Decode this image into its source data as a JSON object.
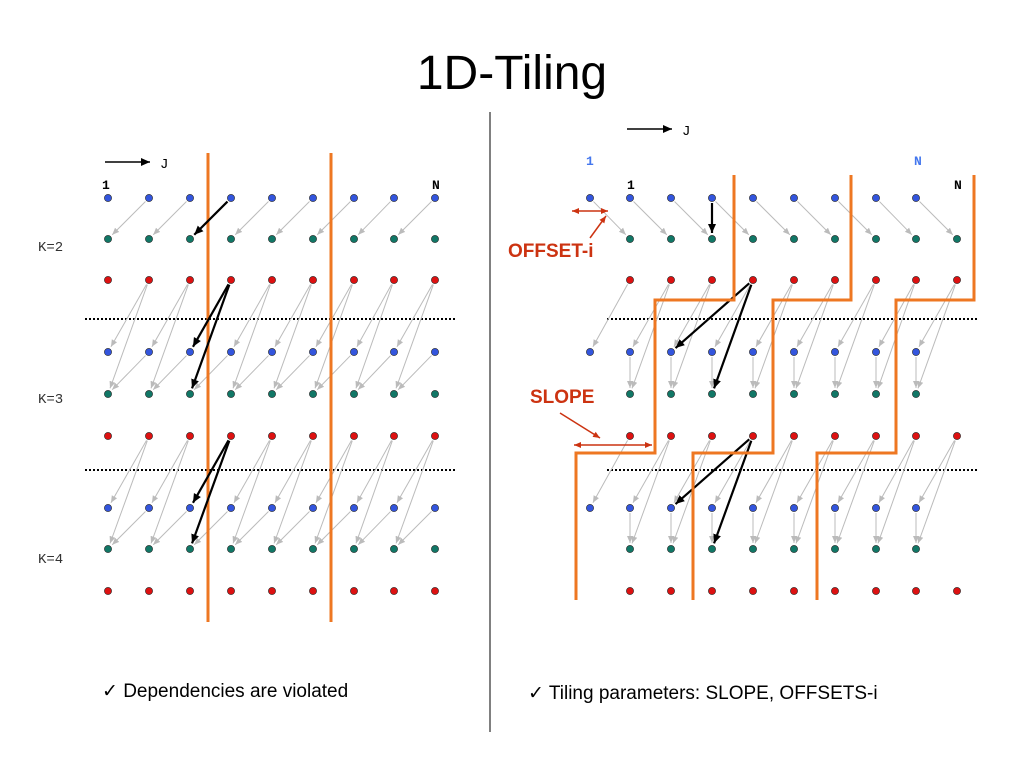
{
  "title": "1D-Tiling",
  "left_panel": {
    "direction_label": "J",
    "col_first_label": "1",
    "col_last_label": "N",
    "k_labels": [
      "K=2",
      "K=3",
      "K=4"
    ],
    "note_check": "✓",
    "note": "Dependencies are violated"
  },
  "right_panel": {
    "direction_label": "J",
    "orig_first_label": "1",
    "orig_last_label": "N",
    "col_first_label": "1",
    "col_last_label": "N",
    "offset_label": "OFFSET-i",
    "slope_label": "SLOPE",
    "note_check": "✓",
    "note": "Tiling parameters: SLOPE, OFFSETS-i"
  },
  "colors": {
    "row_blue": "#3355dd",
    "row_teal": "#117766",
    "row_red": "#dd1111",
    "tile_boundary": "#ee7722",
    "label_accent": "#cc3311",
    "orig_label": "#4477ee",
    "dependency_gray": "#bbbbbb",
    "dependency_highlight": "#000000"
  }
}
